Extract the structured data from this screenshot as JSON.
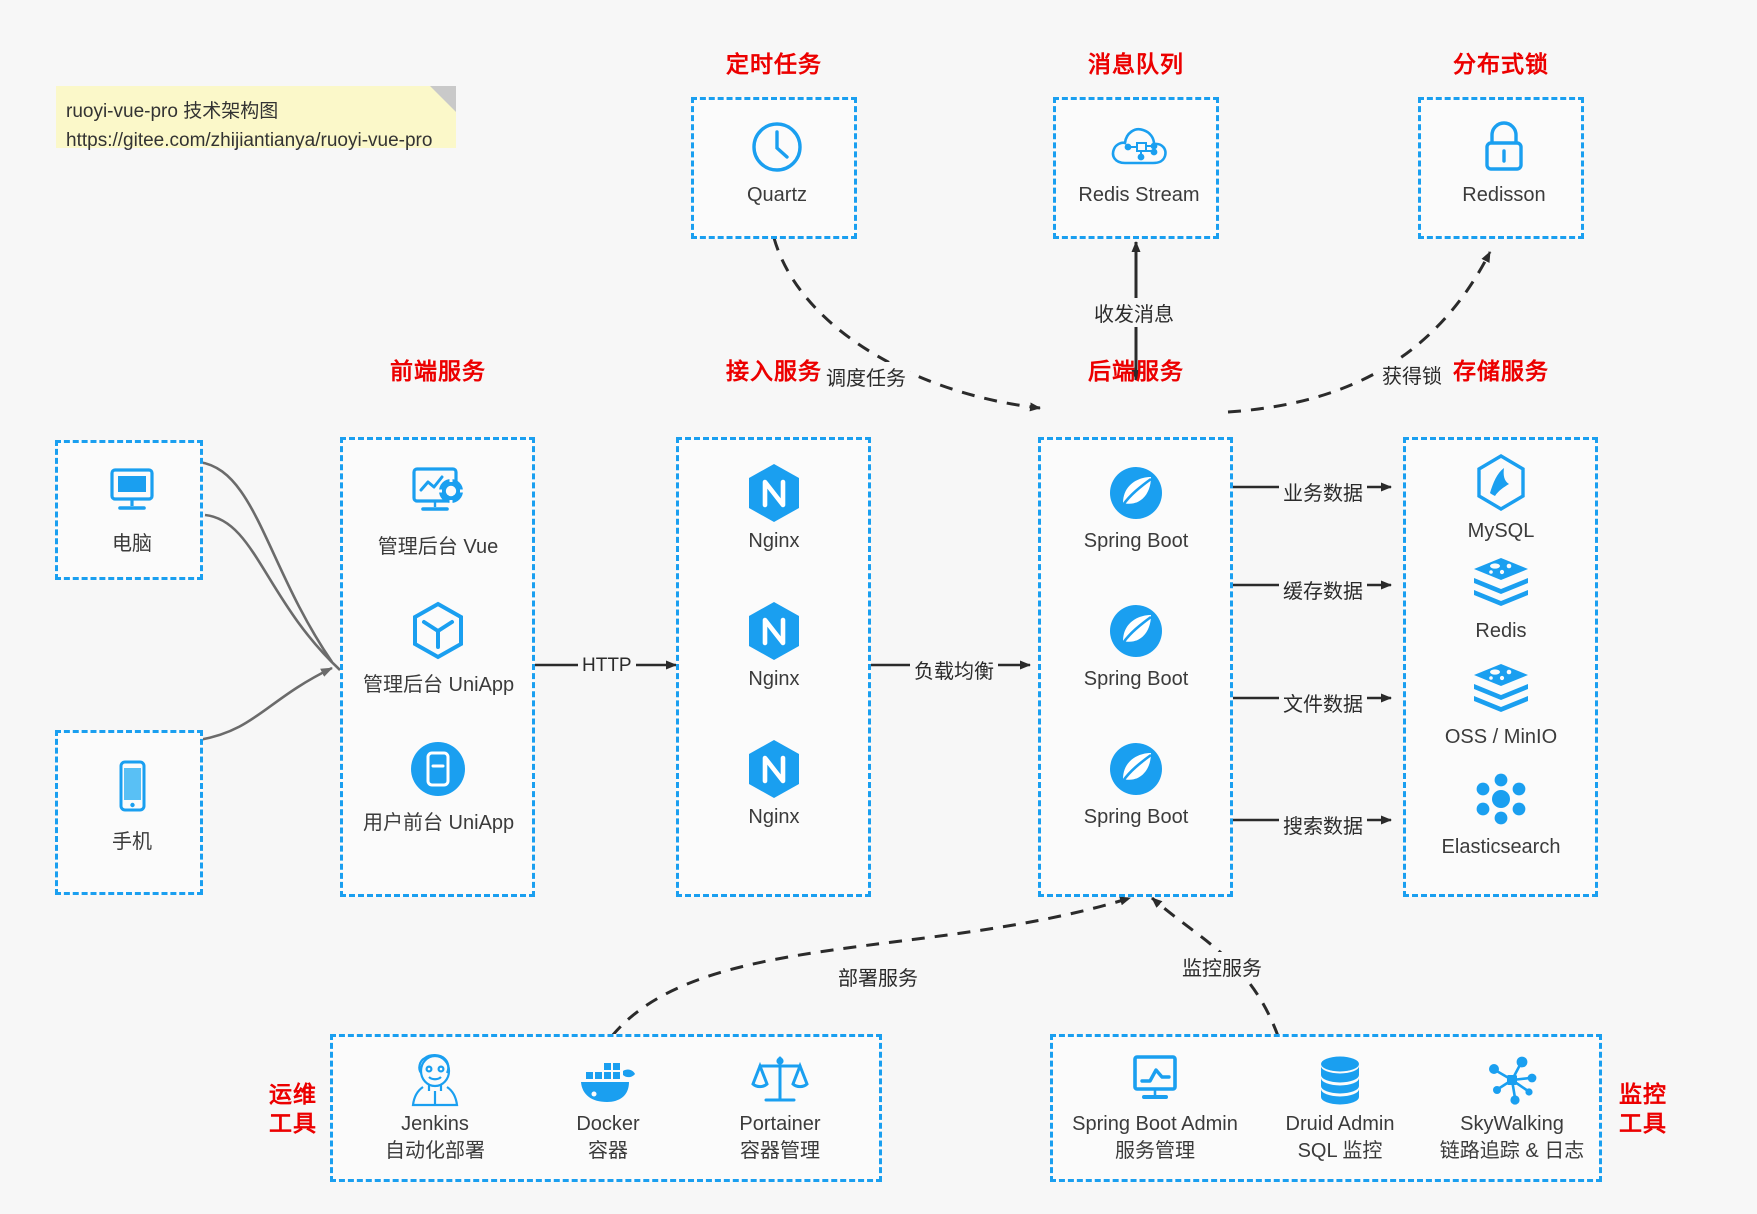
{
  "note": {
    "line1": "ruoyi-vue-pro 技术架构图",
    "line2": "https://gitee.com/zhijiantianya/ruoyi-vue-pro"
  },
  "colors": {
    "accent": "#1a9ff0",
    "title": "#ec0000",
    "text": "#3b3b3b",
    "background": "#f7f7f7",
    "note_bg": "#fbf8c9",
    "wire": "#555555"
  },
  "groups": {
    "scheduler": {
      "title": "定时任务",
      "nodes": [
        {
          "label": "Quartz",
          "icon": "clock-icon"
        }
      ]
    },
    "mq": {
      "title": "消息队列",
      "nodes": [
        {
          "label": "Redis Stream",
          "icon": "cloud-network-icon"
        }
      ]
    },
    "lock": {
      "title": "分布式锁",
      "nodes": [
        {
          "label": "Redisson",
          "icon": "lock-icon"
        }
      ]
    },
    "clients": {
      "nodes": [
        {
          "label": "电脑",
          "icon": "desktop-icon"
        },
        {
          "label": "手机",
          "icon": "mobile-icon"
        }
      ]
    },
    "frontend": {
      "title": "前端服务",
      "nodes": [
        {
          "label": "管理后台 Vue",
          "icon": "monitor-gear-icon"
        },
        {
          "label": "管理后台 UniApp",
          "icon": "hexagon-cube-icon"
        },
        {
          "label": "用户前台 UniApp",
          "icon": "mobile-app-icon"
        }
      ]
    },
    "gateway": {
      "title": "接入服务",
      "nodes": [
        {
          "label": "Nginx",
          "icon": "nginx-icon"
        },
        {
          "label": "Nginx",
          "icon": "nginx-icon"
        },
        {
          "label": "Nginx",
          "icon": "nginx-icon"
        }
      ]
    },
    "backend": {
      "title": "后端服务",
      "nodes": [
        {
          "label": "Spring Boot",
          "icon": "spring-leaf-icon"
        },
        {
          "label": "Spring Boot",
          "icon": "spring-leaf-icon"
        },
        {
          "label": "Spring Boot",
          "icon": "spring-leaf-icon"
        }
      ]
    },
    "storage": {
      "title": "存储服务",
      "nodes": [
        {
          "label": "MySQL",
          "icon": "mysql-icon"
        },
        {
          "label": "Redis",
          "icon": "redis-icon"
        },
        {
          "label": "OSS / MinIO",
          "icon": "minio-icon"
        },
        {
          "label": "Elasticsearch",
          "icon": "elasticsearch-icon"
        }
      ]
    },
    "devops": {
      "title": "运维\n工具",
      "title_line1": "运维",
      "title_line2": "工具",
      "nodes": [
        {
          "label": "Jenkins",
          "sub": "自动化部署",
          "icon": "jenkins-icon"
        },
        {
          "label": "Docker",
          "sub": "容器",
          "icon": "docker-icon"
        },
        {
          "label": "Portainer",
          "sub": "容器管理",
          "icon": "portainer-icon"
        }
      ]
    },
    "monitor": {
      "title_line1": "监控",
      "title_line2": "工具",
      "nodes": [
        {
          "label": "Spring Boot Admin",
          "sub": "服务管理",
          "icon": "monitor-chart-icon"
        },
        {
          "label": "Druid Admin",
          "sub": "SQL 监控",
          "icon": "database-icon"
        },
        {
          "label": "SkyWalking",
          "sub": "链路追踪 & 日志",
          "icon": "skywalking-icon"
        }
      ]
    }
  },
  "edges": [
    {
      "id": "schedule-task",
      "label": "调度任务"
    },
    {
      "id": "mq-send-receive",
      "label": "收发消息"
    },
    {
      "id": "acquire-lock",
      "label": "获得锁"
    },
    {
      "id": "http",
      "label": "HTTP"
    },
    {
      "id": "load-balance",
      "label": "负载均衡"
    },
    {
      "id": "biz-data",
      "label": "业务数据"
    },
    {
      "id": "cache-data",
      "label": "缓存数据"
    },
    {
      "id": "file-data",
      "label": "文件数据"
    },
    {
      "id": "search-data",
      "label": "搜索数据"
    },
    {
      "id": "deploy-service",
      "label": "部署服务"
    },
    {
      "id": "monitor-service",
      "label": "监控服务"
    }
  ]
}
